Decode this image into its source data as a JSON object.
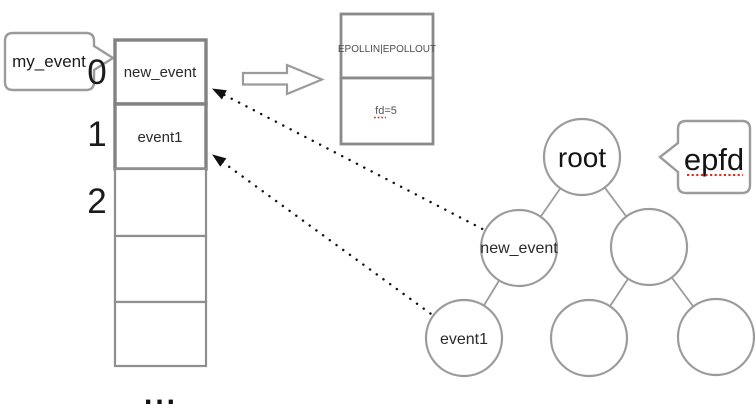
{
  "bubbles": {
    "my_event": {
      "label": "my_event"
    },
    "epfd": {
      "label": "epfd"
    }
  },
  "array": {
    "indices": [
      "0",
      "1",
      "2"
    ],
    "cells": [
      "new_event",
      "event1",
      "",
      "",
      ""
    ],
    "ellipsis": "..."
  },
  "struct": {
    "events": "EPOLLIN|EPOLLOUT",
    "fd": "fd=5"
  },
  "tree": {
    "nodes": [
      {
        "id": "root",
        "label": "root"
      },
      {
        "id": "left-child",
        "label": "new_event"
      },
      {
        "id": "right-child",
        "label": ""
      },
      {
        "id": "left-grandchild",
        "label": "event1"
      },
      {
        "id": "mid-grandchild",
        "label": ""
      },
      {
        "id": "right-grandchild",
        "label": ""
      }
    ]
  },
  "colors": {
    "box_border": "#8a8a8a",
    "thick_row_border": "#828282",
    "circle_border": "#9b9b9b",
    "text_primary": "#1b1b1b",
    "text_muted": "#4d4d4d",
    "spellcheck_red": "#e02b20",
    "connector_black": "#111111"
  }
}
